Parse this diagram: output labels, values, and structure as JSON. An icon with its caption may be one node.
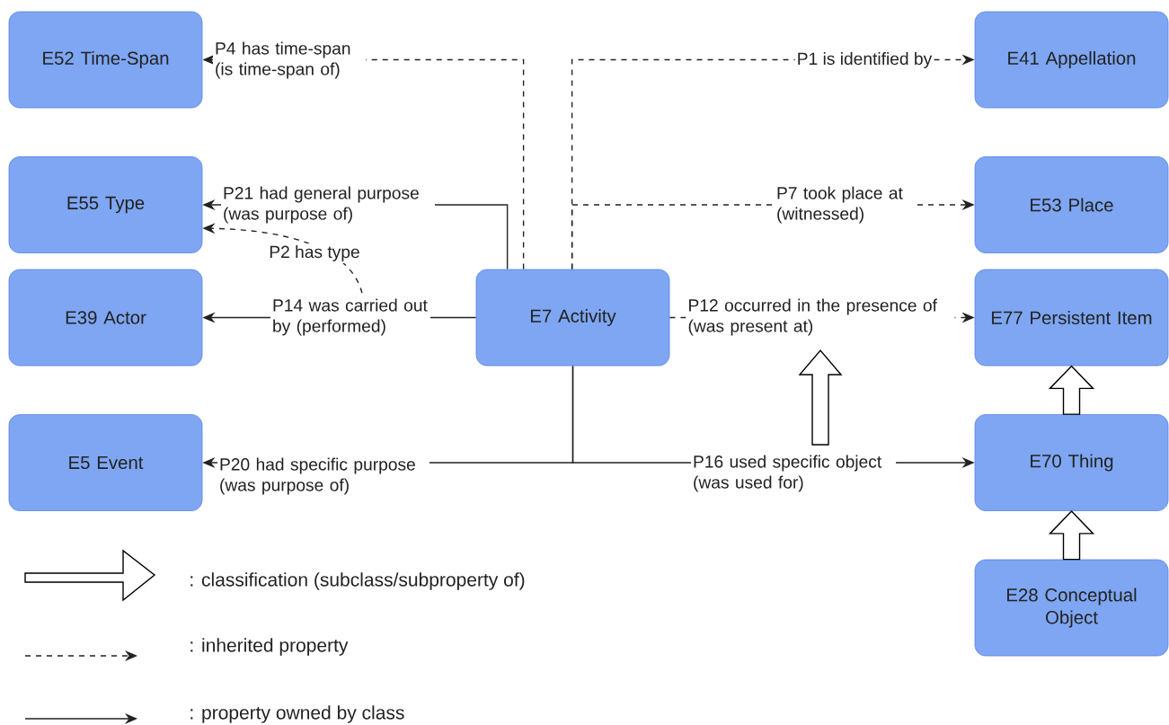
{
  "diagram": {
    "nodes": [
      {
        "text": [
          "E52 Time-Span"
        ]
      },
      {
        "text": [
          "E41 Appellation"
        ]
      },
      {
        "text": [
          "E55 Type"
        ]
      },
      {
        "text": [
          "E53 Place"
        ]
      },
      {
        "text": [
          "E39 Actor"
        ]
      },
      {
        "text": [
          "E7 Activity"
        ]
      },
      {
        "text": [
          "E77 Persistent Item"
        ]
      },
      {
        "text": [
          "E5 Event"
        ]
      },
      {
        "text": [
          "E70 Thing"
        ]
      },
      {
        "text": [
          "E28 Conceptual Object"
        ]
      }
    ],
    "edges": [
      {
        "from": 5,
        "to": 0,
        "arrow": "to",
        "style": "dashed",
        "label": "P4 has time-span (is time-span of)"
      },
      {
        "from": 5,
        "to": 1,
        "arrow": "to",
        "style": "dashed",
        "label": "P1 is identified by"
      },
      {
        "from": 5,
        "to": 2,
        "arrow": "to",
        "label": "P21 had general purpose (was purpose of)"
      },
      {
        "from": 5,
        "to": 3,
        "arrow": "to",
        "style": "dashed",
        "label": "P7 took place at (witnessed)"
      },
      {
        "from": null,
        "to": 2,
        "arrow": "to",
        "style": "dashed",
        "label": "P2 has type"
      },
      {
        "from": 5,
        "to": 4,
        "arrow": "to",
        "label": "P14 was carried out by (performed)"
      },
      {
        "from": 5,
        "to": 6,
        "arrow": "to",
        "style": "dashed",
        "label": "P12 occurred in the presence of (was present at)"
      },
      {
        "from": 5,
        "to": 7,
        "arrow": "to",
        "label": "P20 had specific purpose (was purpose of)"
      },
      {
        "from": 5,
        "to": 8,
        "arrow": "to",
        "label": "P16 used specific object (was used for)"
      },
      {
        "from": 8,
        "to": 6,
        "arrow": "to",
        "style": "thick"
      },
      {
        "from": 9,
        "to": 8,
        "arrow": "to",
        "style": "thick"
      }
    ],
    "legend": [
      {
        "text": ": classification (subclass/subproperty of)"
      },
      {
        "text": ": inherited property"
      },
      {
        "text": ": property owned by class"
      }
    ]
  }
}
